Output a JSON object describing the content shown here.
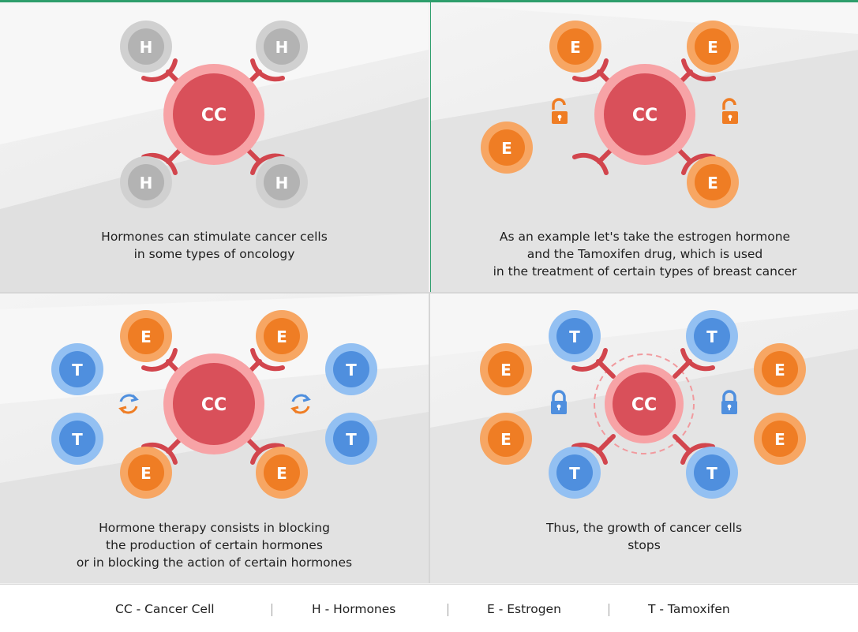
{
  "colors": {
    "cell": "#d9505a",
    "cell_halo": "#f7a3a6",
    "receptor": "#d2454d",
    "hormone_h": "#b3b3b3",
    "hormone_h_outer": "#d0d0d0",
    "estrogen": "#ef7d24",
    "estrogen_outer": "#f7a663",
    "tamoxifen": "#4f8fde",
    "tamoxifen_outer": "#93c0f2",
    "unlock": "#ef7d24",
    "lock": "#4f8fde",
    "arrows": "#ef7d24",
    "arrows_alt": "#4f8fde",
    "divider": "#2e9e6c"
  },
  "labels": {
    "cell": "CC",
    "hormone": "H",
    "estrogen": "E",
    "tamoxifen": "T"
  },
  "panels": [
    {
      "caption": [
        "Hormones can stimulate cancer cells",
        "in some types of oncology"
      ]
    },
    {
      "caption": [
        "As an example let's take the estrogen hormone",
        "and the Tamoxifen drug, which is used",
        "in the treatment of certain types of breast cancer"
      ]
    },
    {
      "caption": [
        "Hormone therapy consists in blocking",
        "the production of certain hormones",
        "or in blocking the action of certain hormones"
      ]
    },
    {
      "caption": [
        "Thus, the growth of cancer cells",
        "stops"
      ]
    }
  ],
  "legend": [
    "CC - Cancer Cell",
    "H - Hormones",
    "E - Estrogen",
    "T - Tamoxifen"
  ]
}
